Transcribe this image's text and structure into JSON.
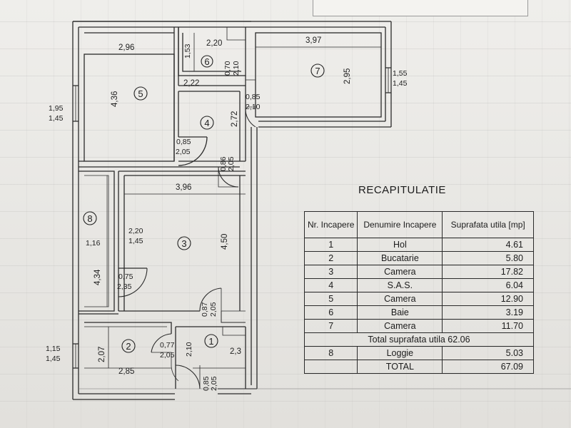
{
  "plan": {
    "rooms": [
      {
        "num": "1"
      },
      {
        "num": "2"
      },
      {
        "num": "3"
      },
      {
        "num": "4"
      },
      {
        "num": "5"
      },
      {
        "num": "6"
      },
      {
        "num": "7"
      },
      {
        "num": "8"
      }
    ],
    "dims": {
      "r5_w": "2,96",
      "r5_h": "4,36",
      "r6_h": "1,53",
      "r6_w": "2,20",
      "r6_d": "0,70",
      "r6_d2": "2,10",
      "r4_w": "2,22",
      "r4_h": "2,72",
      "r4_dw": "0,85",
      "r4_dh": "2,05",
      "r7_w": "3,97",
      "r7_h": "2,95",
      "r7_dw": "0,85",
      "r7_dh": "2,10",
      "d_mid_w": "0,86",
      "d_mid_h": "2,05",
      "win_right_w": "1,55",
      "win_right_h": "1,45",
      "win_left_w": "1,95",
      "win_left_h": "1,45",
      "r3_w": "3,96",
      "r3_h": "4,50",
      "r3_win_w": "2,20",
      "r3_win_h": "1,45",
      "r8_w": "1,16",
      "r8_h": "4,34",
      "r8_dw": "0,75",
      "r8_dh": "2,35",
      "d3_w": "0,87",
      "d3_h": "2,05",
      "win_bot_w": "1,15",
      "win_bot_h": "1,45",
      "r2_h": "2,07",
      "r2_w": "2,85",
      "r2_dw": "0,77",
      "r2_dh": "2,05",
      "r1_h": "2,10",
      "r1_w": "2,3",
      "r1_dw": "0,85",
      "r1_dh": "2,05"
    }
  },
  "recap": {
    "title": "RECAPITULATIE",
    "headers": {
      "nr": "Nr. Incapere",
      "name": "Denumire Incapere",
      "area": "Suprafata utila [mp]"
    },
    "rows": [
      {
        "nr": "1",
        "name": "Hol",
        "area": "4.61"
      },
      {
        "nr": "2",
        "name": "Bucatarie",
        "area": "5.80"
      },
      {
        "nr": "3",
        "name": "Camera",
        "area": "17.82"
      },
      {
        "nr": "4",
        "name": "S.A.S.",
        "area": "6.04"
      },
      {
        "nr": "5",
        "name": "Camera",
        "area": "12.90"
      },
      {
        "nr": "6",
        "name": "Baie",
        "area": "3.19"
      },
      {
        "nr": "7",
        "name": "Camera",
        "area": "11.70"
      }
    ],
    "total_useful_label": "Total suprafata utila",
    "total_useful": "62.06",
    "loggia": {
      "nr": "8",
      "name": "Loggie",
      "area": "5.03"
    },
    "total_label": "TOTAL",
    "total": "67.09"
  }
}
